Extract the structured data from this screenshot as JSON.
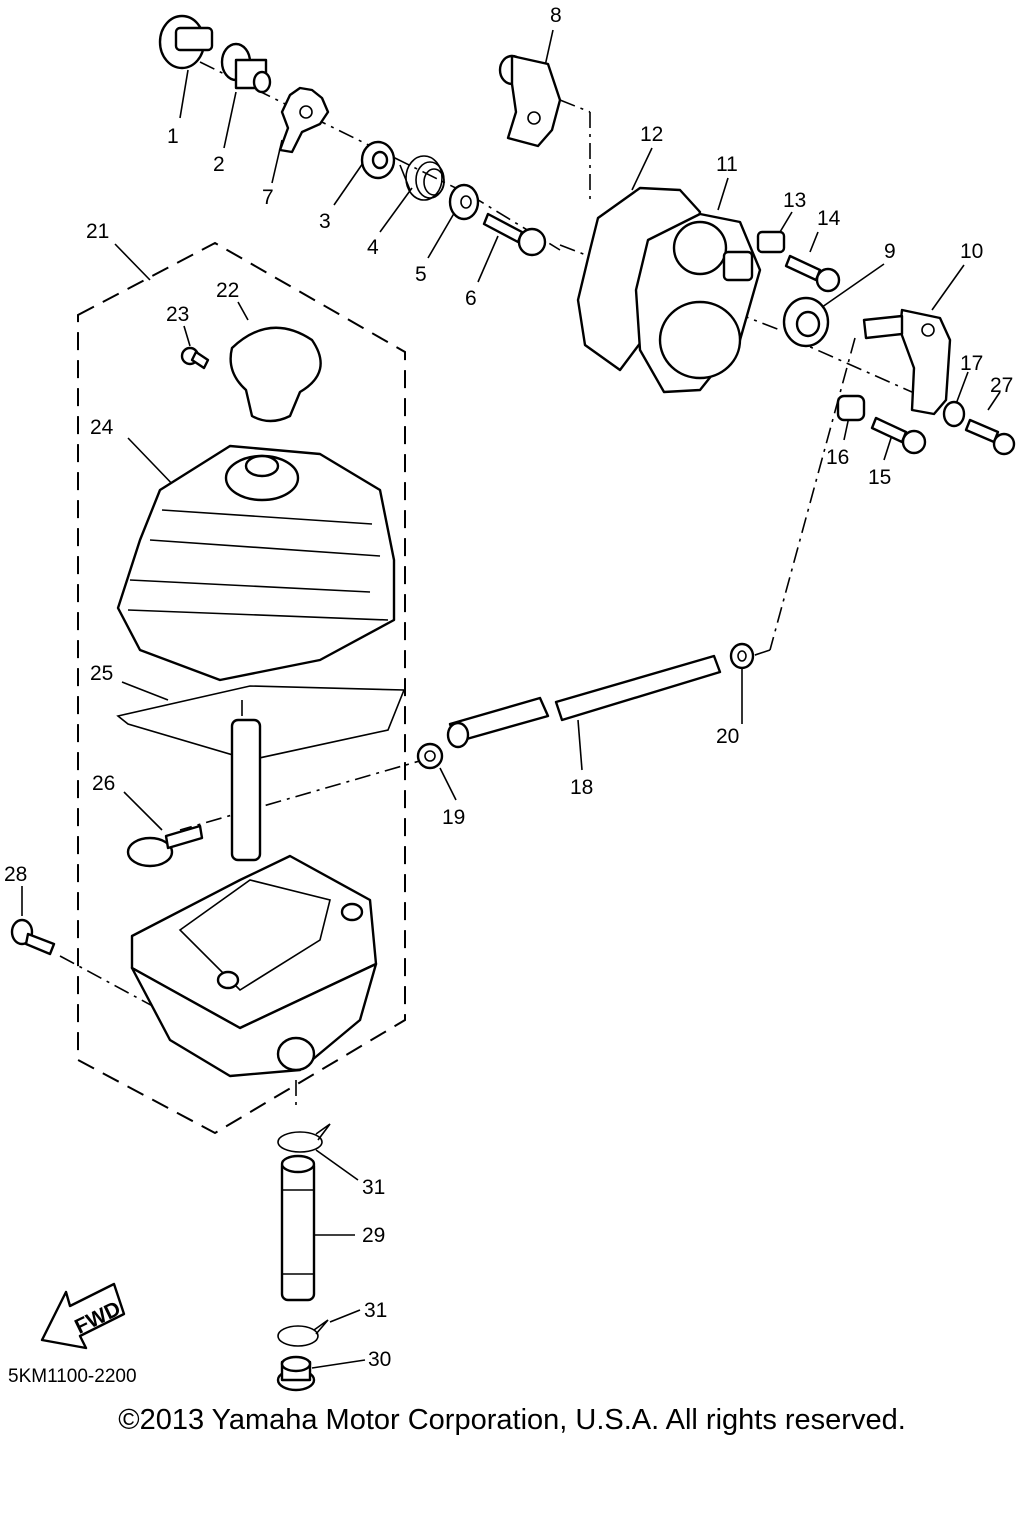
{
  "diagram": {
    "part_numbers": [
      "1",
      "2",
      "3",
      "4",
      "5",
      "6",
      "7",
      "8",
      "9",
      "10",
      "11",
      "12",
      "13",
      "14",
      "15",
      "16",
      "17",
      "18",
      "19",
      "20",
      "21",
      "22",
      "23",
      "24",
      "25",
      "26",
      "27",
      "28",
      "29",
      "30",
      "31",
      "31"
    ],
    "direction_arrow": "FWD",
    "drawing_code": "5KM1100-2200",
    "copyright": "©2013 Yamaha Motor Corporation, U.S.A. All rights reserved."
  }
}
